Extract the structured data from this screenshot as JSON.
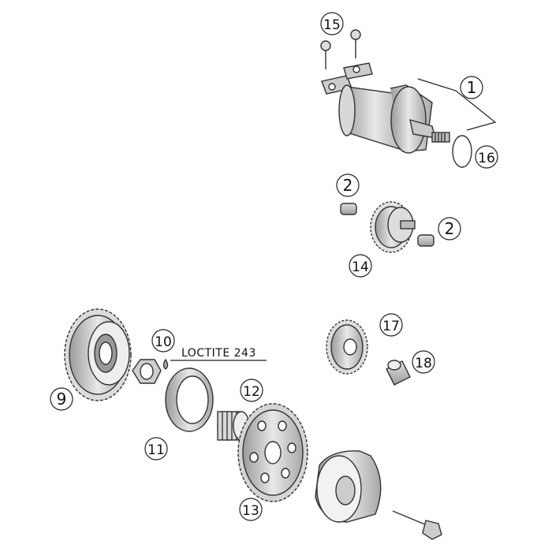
{
  "callouts": [
    {
      "id": "c1",
      "label": "1"
    },
    {
      "id": "c2a",
      "label": "2"
    },
    {
      "id": "c2b",
      "label": "2"
    },
    {
      "id": "c9",
      "label": "9"
    },
    {
      "id": "c10",
      "label": "10"
    },
    {
      "id": "c11",
      "label": "11"
    },
    {
      "id": "c12",
      "label": "12"
    },
    {
      "id": "c13",
      "label": "13"
    },
    {
      "id": "c14",
      "label": "14"
    },
    {
      "id": "c15",
      "label": "15"
    },
    {
      "id": "c16",
      "label": "16"
    },
    {
      "id": "c17",
      "label": "17"
    },
    {
      "id": "c18",
      "label": "18"
    }
  ],
  "notes": {
    "loctite": "LOCTITE 243"
  },
  "colors": {
    "ink": "#222222",
    "shade": "#bdbdbd",
    "light": "#e6e6e6"
  }
}
